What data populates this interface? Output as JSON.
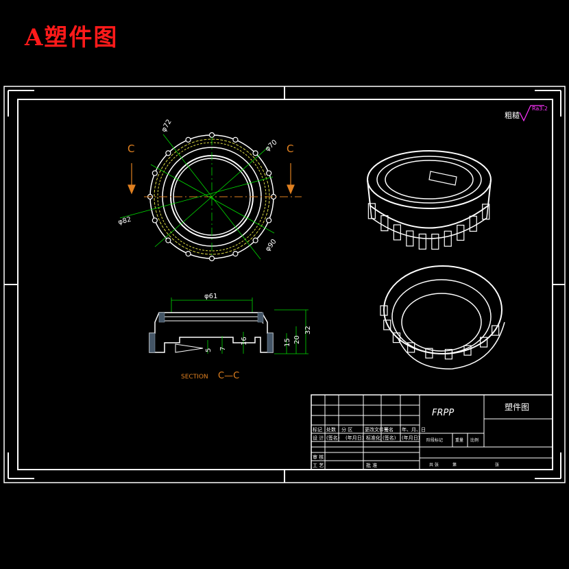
{
  "title": "A塑件图",
  "roughness": {
    "label": "粗糙",
    "value": "Ra3.2"
  },
  "section": {
    "cut_label_left": "C",
    "cut_label_right": "C",
    "caption_prefix": "SECTION",
    "caption_name": "C—C"
  },
  "dimensions": {
    "top_view": [
      "φ72",
      "φ70",
      "φ82",
      "φ90"
    ],
    "section_diameter": "φ61",
    "heights": [
      "32",
      "20",
      "16",
      "15",
      "7",
      "5"
    ]
  },
  "title_block": {
    "material": "FRPP",
    "drawing_name": "塑件图",
    "revision_headers": [
      "标记",
      "处数",
      "分 区",
      "更改文件号",
      "签名",
      "年、月、日"
    ],
    "row_design": [
      "设 计",
      "(签名)",
      "(年月日)",
      "标准化",
      "(签名)",
      "(年月日)"
    ],
    "stage_headers": [
      "阶段标记",
      "重量",
      "比例"
    ],
    "row_review": "审 核",
    "row_process": [
      "工 艺",
      "批 准"
    ],
    "sheet_info": [
      "共 张",
      "第",
      "张"
    ]
  },
  "colors": {
    "background": "#000000",
    "lines": "#ffffff",
    "title": "#ff1a1a",
    "center": "#00dd00",
    "accent": "#e08020",
    "roughness": "#ff33ff"
  }
}
